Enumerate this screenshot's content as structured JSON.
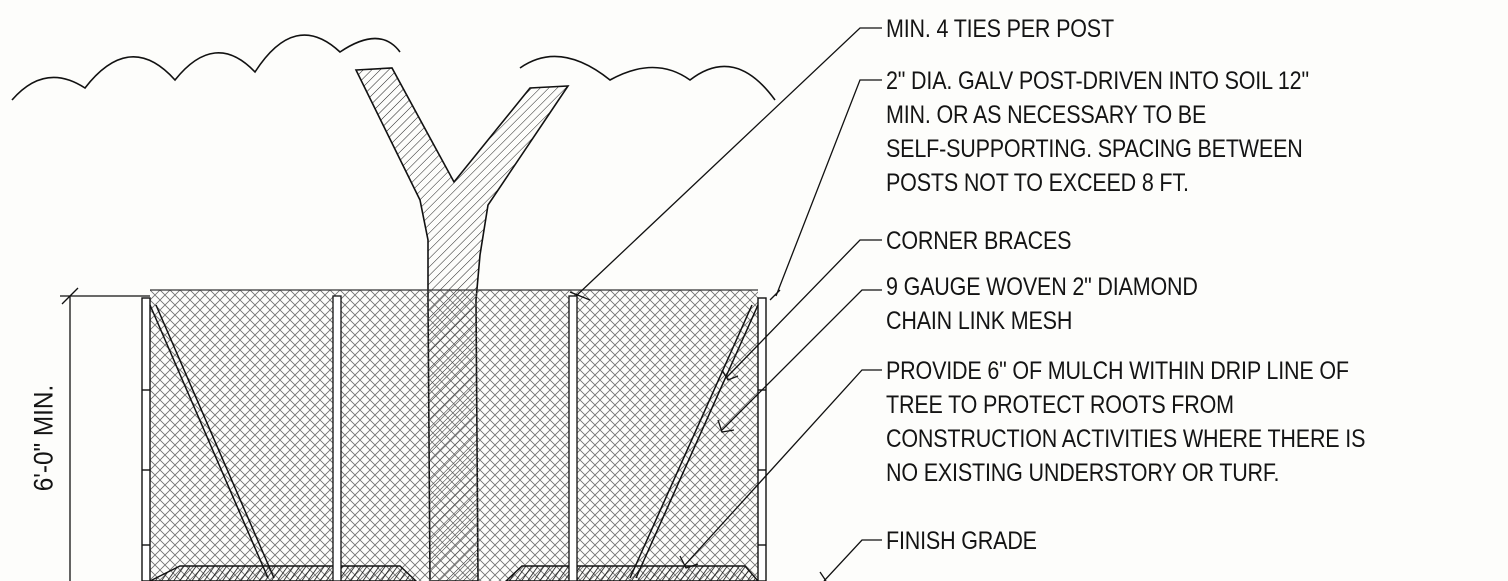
{
  "dimension": {
    "label": "6'-0\" MIN."
  },
  "notes": [
    {
      "id": "ties",
      "lines": [
        "MIN. 4 TIES PER POST"
      ]
    },
    {
      "id": "post",
      "lines": [
        "2\" DIA. GALV POST-DRIVEN INTO SOIL 12\"",
        "MIN. OR AS NECESSARY TO BE",
        "SELF-SUPPORTING. SPACING BETWEEN",
        "POSTS NOT TO EXCEED 8 FT."
      ]
    },
    {
      "id": "braces",
      "lines": [
        "CORNER BRACES"
      ]
    },
    {
      "id": "mesh",
      "lines": [
        "9 GAUGE WOVEN 2\" DIAMOND",
        "CHAIN LINK MESH"
      ]
    },
    {
      "id": "mulch",
      "lines": [
        "PROVIDE 6\" OF MULCH WITHIN DRIP LINE OF",
        "TREE TO PROTECT ROOTS FROM",
        "CONSTRUCTION ACTIVITIES WHERE THERE IS",
        "NO EXISTING UNDERSTORY OR TURF."
      ]
    },
    {
      "id": "grade",
      "lines": [
        "FINISH GRADE"
      ]
    }
  ]
}
